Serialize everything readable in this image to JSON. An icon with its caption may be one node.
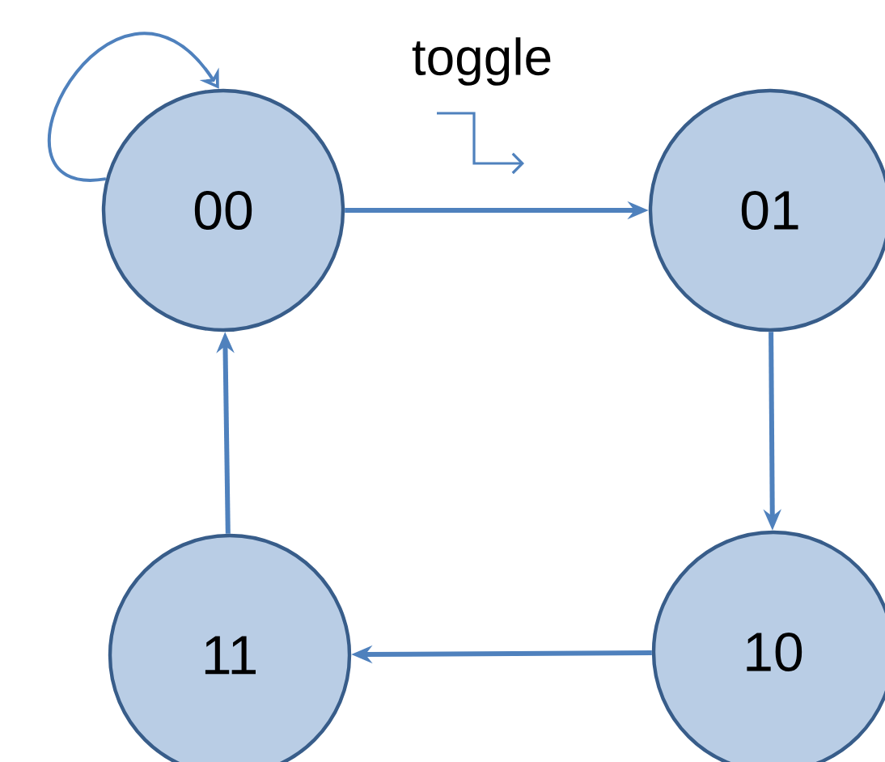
{
  "diagram": {
    "nodes": [
      {
        "text": [
          "00"
        ]
      },
      {
        "text": [
          "01"
        ]
      },
      {
        "text": [
          "11"
        ]
      },
      {
        "text": [
          "10"
        ]
      }
    ],
    "edges": [
      {
        "from": 0,
        "to": 0,
        "arrow": "to"
      },
      {
        "from": 0,
        "to": 1,
        "arrow": "to",
        "label": "toggle"
      },
      {
        "from": 1,
        "to": 3,
        "arrow": "to"
      },
      {
        "from": 3,
        "to": 2,
        "arrow": "to"
      },
      {
        "from": 2,
        "to": 0,
        "arrow": "to"
      }
    ]
  }
}
